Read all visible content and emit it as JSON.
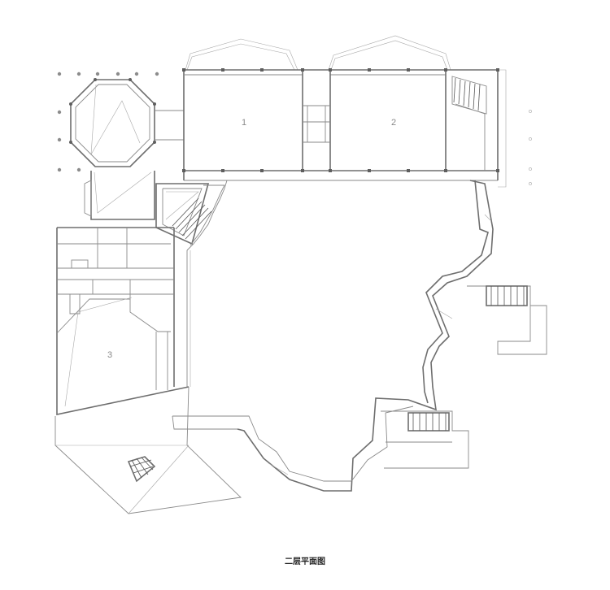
{
  "caption": "二层平面图",
  "rooms": [
    {
      "label": "1"
    },
    {
      "label": "2"
    },
    {
      "label": "3"
    }
  ]
}
